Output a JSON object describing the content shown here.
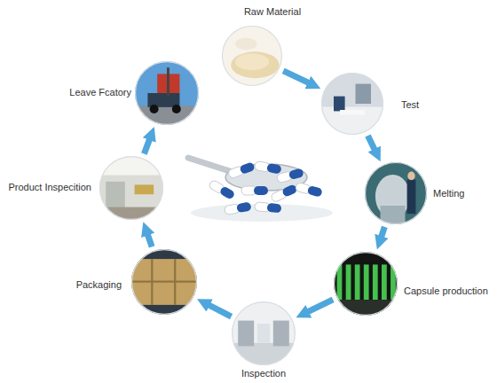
{
  "diagram": {
    "nodes": [
      {
        "text": [
          "Raw Material"
        ]
      },
      {
        "text": [
          "Test"
        ]
      },
      {
        "text": [
          "Melting"
        ]
      },
      {
        "text": [
          "Capsule production"
        ]
      },
      {
        "text": [
          "Inspection"
        ]
      },
      {
        "text": [
          "Packaging"
        ]
      },
      {
        "text": [
          "Product Inspecition"
        ]
      },
      {
        "text": [
          "Leave Fcatory"
        ]
      }
    ],
    "edges": [
      {
        "from": 0,
        "to": 1,
        "arrow": "to"
      },
      {
        "from": 1,
        "to": 2,
        "arrow": "to"
      },
      {
        "from": 2,
        "to": 3,
        "arrow": "to"
      },
      {
        "from": 3,
        "to": 4,
        "arrow": "to"
      },
      {
        "from": 4,
        "to": 5,
        "arrow": "to"
      },
      {
        "from": 5,
        "to": 6,
        "arrow": "to"
      },
      {
        "from": 6,
        "to": 7,
        "arrow": "to"
      }
    ]
  }
}
